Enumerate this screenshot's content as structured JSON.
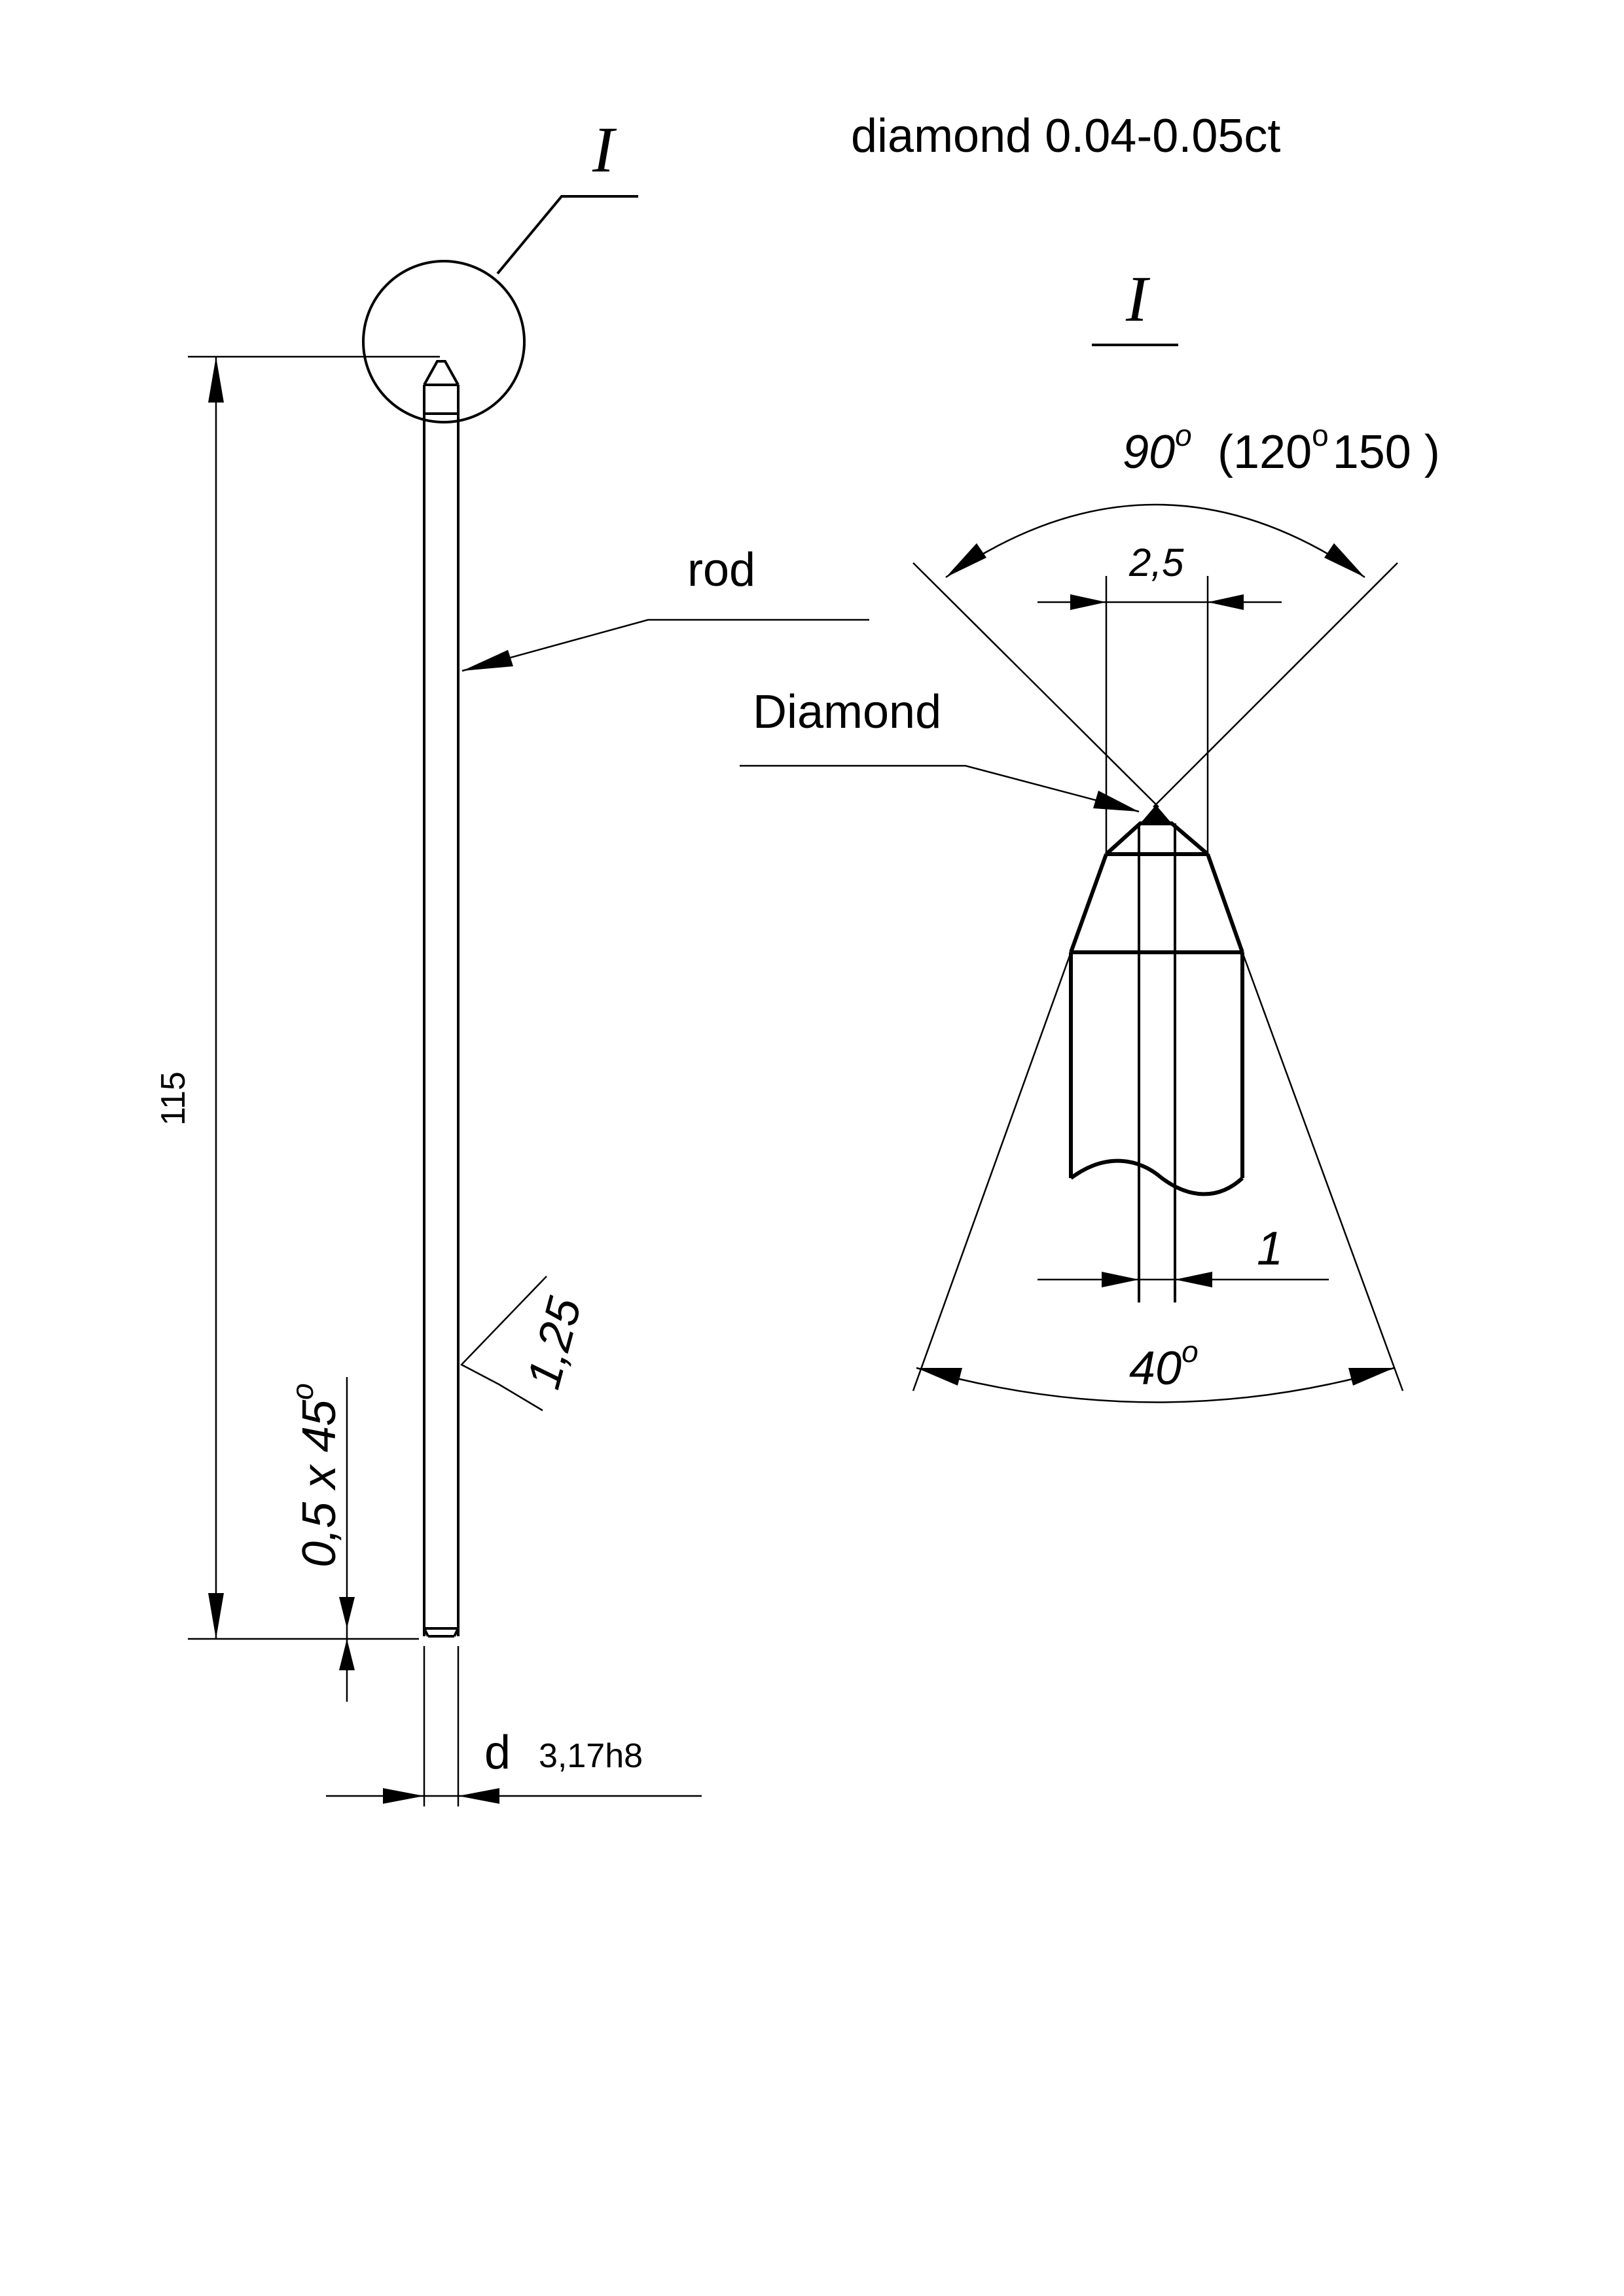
{
  "title": "diamond 0.04-0.05ct",
  "detail_marker": "I",
  "detail_title": "I",
  "labels": {
    "rod": "rod",
    "diamond": "Diamond"
  },
  "dimensions": {
    "length": "115",
    "chamfer": "0,5 x 45",
    "roughness": "1,25",
    "diameter_symbol": "d",
    "diameter_value": "3,17h8",
    "tip_angle": "90",
    "tip_angle_alt_a": "(120",
    "tip_angle_alt_b": "150 )",
    "tip_width": "2,5",
    "rod_core": "1",
    "taper_angle": "40",
    "degree_mark": "o"
  }
}
